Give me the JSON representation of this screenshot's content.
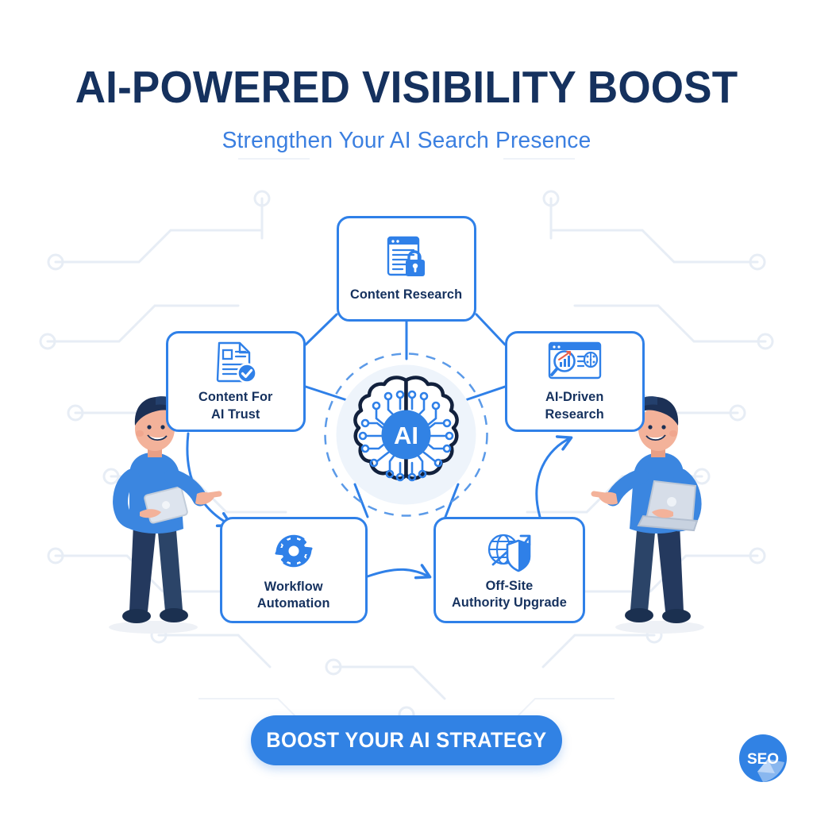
{
  "header": {
    "title": "AI-POWERED VISIBILITY BOOST",
    "subtitle": "Strengthen Your AI Search Presence"
  },
  "center": {
    "label": "AI",
    "icon": "brain-circuit-icon"
  },
  "nodes": [
    {
      "id": "content-research",
      "label": "Content Research",
      "icon": "document-lock-icon"
    },
    {
      "id": "content-for-ai-trust",
      "label": "Content For\nAI Trust",
      "icon": "document-check-icon"
    },
    {
      "id": "ai-driven-research",
      "label": "AI-Driven\nResearch",
      "icon": "browser-magnifier-brain-icon"
    },
    {
      "id": "workflow-automation",
      "label": "Workflow\nAutomation",
      "icon": "gear-refresh-icon"
    },
    {
      "id": "off-site-authority-upgrade",
      "label": "Off-Site\nAuthority Upgrade",
      "icon": "globe-shield-arrow-icon"
    }
  ],
  "cta": {
    "label": "BOOST YOUR AI STRATEGY"
  },
  "logo": {
    "text": "SEO"
  },
  "colors": {
    "title_navy": "#15315e",
    "subtitle_blue": "#3b7fe0",
    "accent_blue": "#2f80e8",
    "cta_blue": "#3182e4",
    "background": "#ffffff",
    "shirt_blue": "#3b86e0",
    "pants_navy": "#24395e",
    "hair_navy": "#1c3055"
  }
}
